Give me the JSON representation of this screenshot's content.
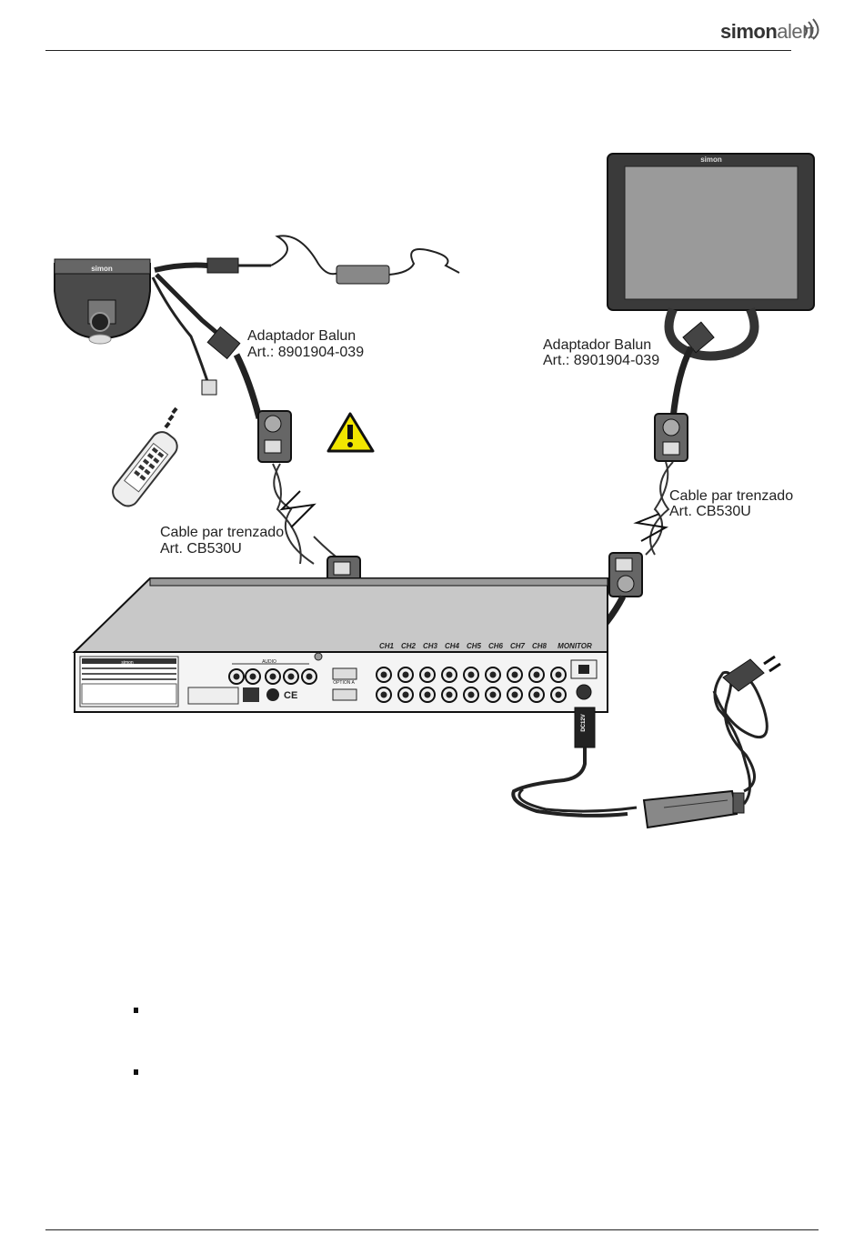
{
  "header": {
    "logo_primary": "simon",
    "logo_secondary": "alert"
  },
  "labels": {
    "balun_left": {
      "line1": "Adaptador Balun",
      "line2": "Art.: 8901904-039"
    },
    "balun_right": {
      "line1": "Adaptador Balun",
      "line2": "Art.: 8901904-039"
    },
    "cable_left": {
      "line1": "Cable par trenzado",
      "line2": "Art. CB530U"
    },
    "cable_right": {
      "line1": "Cable par trenzado",
      "line2": "Art. CB530U"
    }
  },
  "dvr": {
    "channel_labels": [
      "CH1",
      "CH2",
      "CH3",
      "CH4",
      "CH5",
      "CH6",
      "CH7",
      "CH8"
    ],
    "monitor_label": "MONITOR",
    "power_label": "DC12V",
    "brand": "simon",
    "port_labels": [
      "AUDIO",
      "OPTION A",
      "CE"
    ]
  },
  "monitor": {
    "brand": "simon"
  },
  "camera": {
    "brand": "simon"
  },
  "bullets": [
    "",
    ""
  ]
}
